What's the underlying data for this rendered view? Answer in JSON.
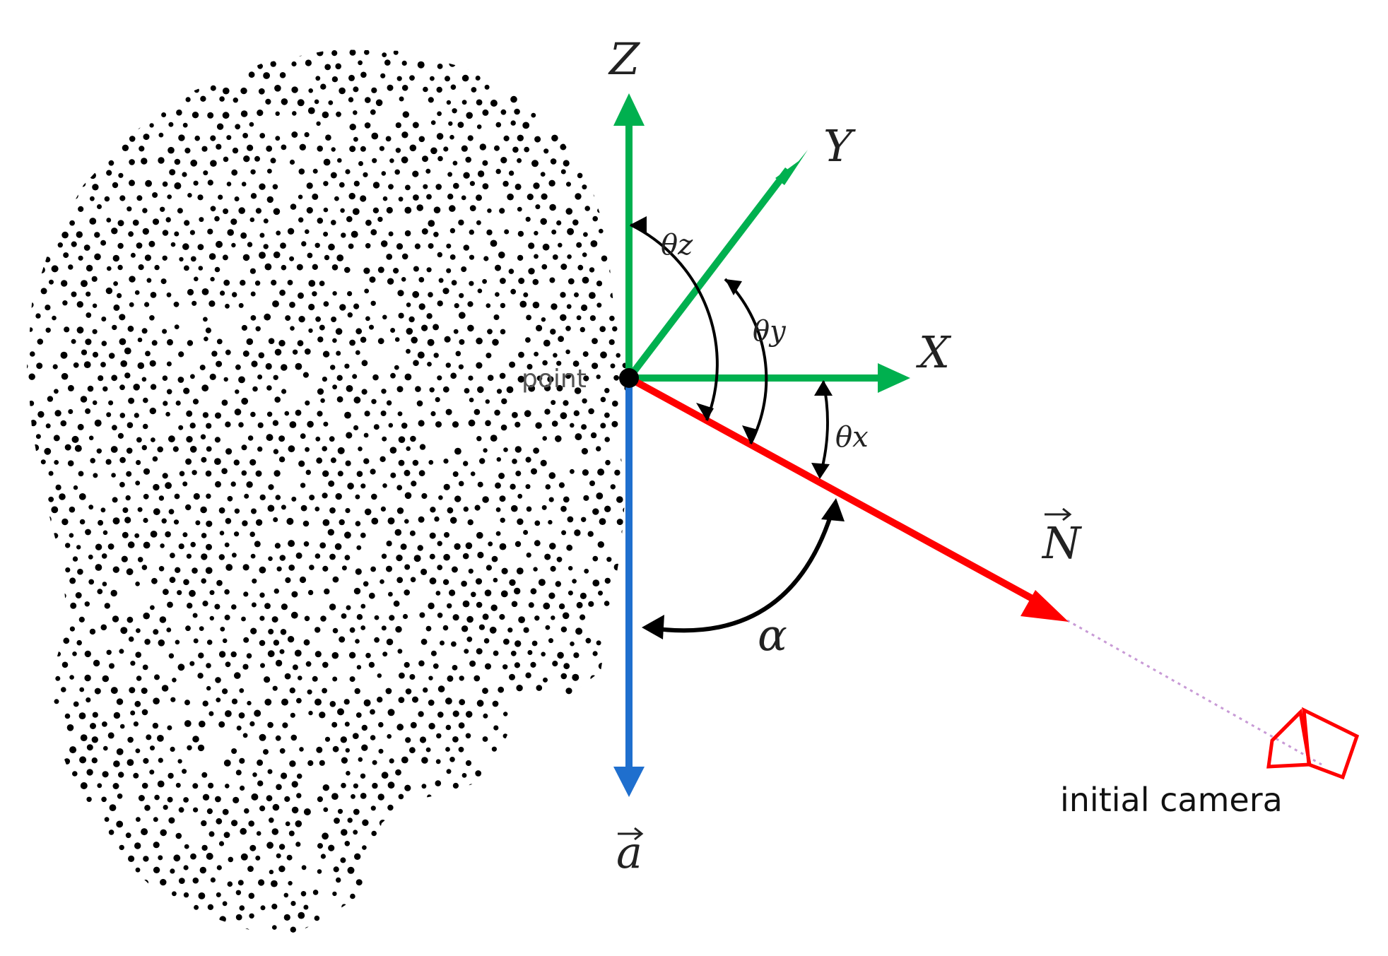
{
  "colors": {
    "axes_xyz": "#00b04f",
    "vector_a": "#1f6fce",
    "vector_n": "#ff0000",
    "camera": "#ff0000",
    "dots": "#000000",
    "arcs": "#000000",
    "sight_line": "#c89ad6"
  },
  "labels": {
    "z_axis": "Z",
    "y_axis": "Y",
    "x_axis": "X",
    "theta_z": "θz",
    "theta_y": "θy",
    "theta_x": "θx",
    "alpha": "α",
    "vector_n": "N",
    "vector_a": "a",
    "point": "point",
    "camera": "initial camera"
  },
  "icons": {
    "head": "point-cloud-head-icon",
    "camera": "camera-icon"
  }
}
